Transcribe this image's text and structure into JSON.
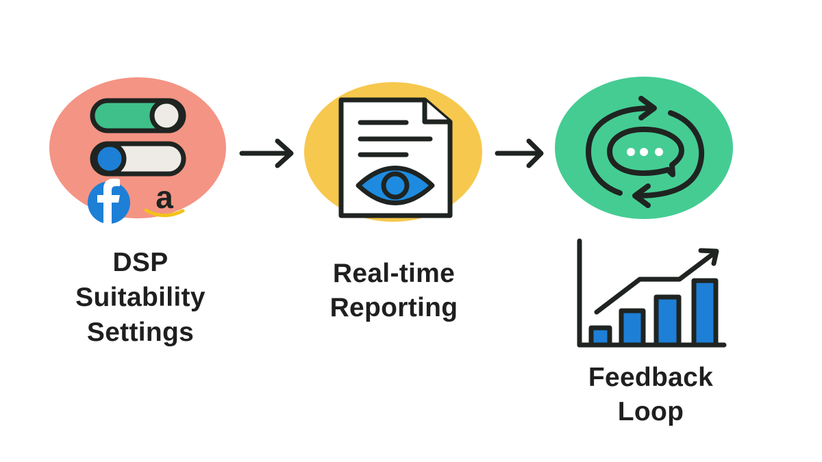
{
  "diagram": {
    "type": "process-flow",
    "steps": [
      {
        "id": "dsp",
        "title_lines": [
          "DSP",
          "Suitability",
          "Settings"
        ],
        "circle_color": "#F49484",
        "icons": [
          "toggle-on-icon",
          "toggle-off-icon",
          "facebook-icon",
          "amazon-icon"
        ]
      },
      {
        "id": "report",
        "title_lines": [
          "Real-time",
          "Reporting"
        ],
        "circle_color": "#F7C84E",
        "icons": [
          "document-eye-icon"
        ]
      },
      {
        "id": "feedback",
        "title_lines": [
          "Feedback",
          "Loop"
        ],
        "circle_color": "#45CC93",
        "icons": [
          "refresh-chat-icon",
          "growth-bar-chart-icon"
        ]
      }
    ],
    "connectors": [
      {
        "from": "dsp",
        "to": "report",
        "icon": "arrow-right-icon"
      },
      {
        "from": "report",
        "to": "feedback",
        "icon": "arrow-right-icon"
      }
    ],
    "brand_marks": {
      "facebook": "f",
      "amazon": "a"
    },
    "colors": {
      "ink": "#1F2421",
      "toggle_green": "#3FBF8A",
      "toggle_blue": "#1E7FD6",
      "toggle_track": "#EEEBE6",
      "facebook_blue": "#1E7FD6",
      "amazon_smile": "#F2C21B",
      "eye_blue": "#1E8BE0",
      "bar_blue": "#1E7FD6"
    }
  }
}
